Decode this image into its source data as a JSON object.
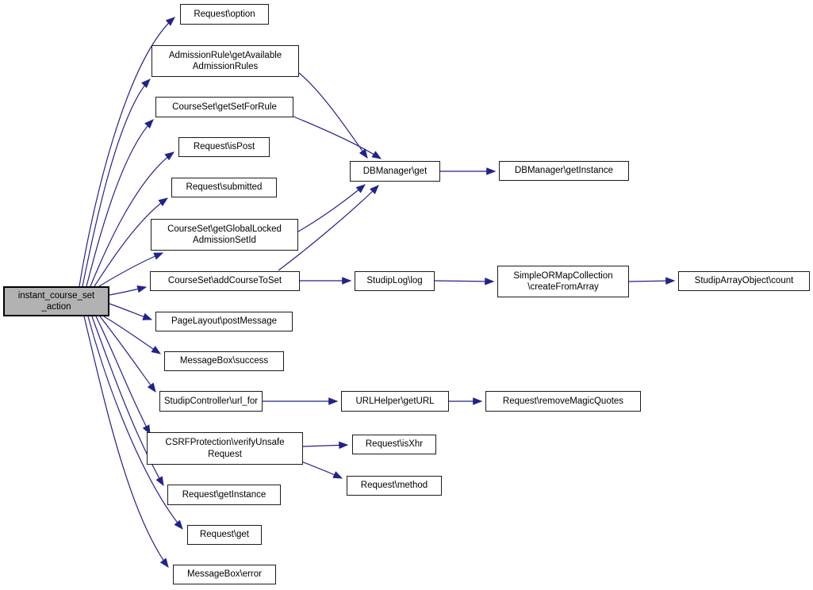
{
  "colors": {
    "edge": "#22228c",
    "node_border": "#1b1b1b",
    "node_fill": "#ffffff",
    "highlight_fill": "#b2b2b2",
    "text": "#000000",
    "background": "#ffffff"
  },
  "graph": {
    "nodes": [
      {
        "id": "main",
        "label": "instant_course_set\n_action",
        "current": true
      },
      {
        "id": "request_option",
        "label": "Request\\option",
        "current": false
      },
      {
        "id": "admission_rules",
        "label": "AdmissionRule\\getAvailable\nAdmissionRules",
        "current": false
      },
      {
        "id": "get_set_for_rule",
        "label": "CourseSet\\getSetForRule",
        "current": false
      },
      {
        "id": "is_post",
        "label": "Request\\isPost",
        "current": false
      },
      {
        "id": "submitted",
        "label": "Request\\submitted",
        "current": false
      },
      {
        "id": "get_global_locked",
        "label": "CourseSet\\getGlobalLocked\nAdmissionSetId",
        "current": false
      },
      {
        "id": "add_course_to_set",
        "label": "CourseSet\\addCourseToSet",
        "current": false
      },
      {
        "id": "page_layout_post_message",
        "label": "PageLayout\\postMessage",
        "current": false
      },
      {
        "id": "message_box_success",
        "label": "MessageBox\\success",
        "current": false
      },
      {
        "id": "url_for",
        "label": "StudipController\\url_for",
        "current": false
      },
      {
        "id": "csrf_verify",
        "label": "CSRFProtection\\verifyUnsafe\nRequest",
        "current": false
      },
      {
        "id": "request_get_instance",
        "label": "Request\\getInstance",
        "current": false
      },
      {
        "id": "request_get",
        "label": "Request\\get",
        "current": false
      },
      {
        "id": "message_box_error",
        "label": "MessageBox\\error",
        "current": false
      },
      {
        "id": "dbmanager_get",
        "label": "DBManager\\get",
        "current": false
      },
      {
        "id": "studip_log",
        "label": "StudipLog\\log",
        "current": false
      },
      {
        "id": "url_helper_get_url",
        "label": "URLHelper\\getURL",
        "current": false
      },
      {
        "id": "request_is_xhr",
        "label": "Request\\isXhr",
        "current": false
      },
      {
        "id": "request_method",
        "label": "Request\\method",
        "current": false
      },
      {
        "id": "dbmanager_get_instance",
        "label": "DBManager\\getInstance",
        "current": false
      },
      {
        "id": "simple_ormap_create",
        "label": "SimpleORMapCollection\n\\createFromArray",
        "current": false
      },
      {
        "id": "studip_array_count",
        "label": "StudipArrayObject\\count",
        "current": false
      },
      {
        "id": "remove_magic_quotes",
        "label": "Request\\removeMagicQuotes",
        "current": false
      }
    ],
    "edges": [
      {
        "from": "main",
        "to": "request_option"
      },
      {
        "from": "main",
        "to": "admission_rules"
      },
      {
        "from": "main",
        "to": "get_set_for_rule"
      },
      {
        "from": "main",
        "to": "is_post"
      },
      {
        "from": "main",
        "to": "submitted"
      },
      {
        "from": "main",
        "to": "get_global_locked"
      },
      {
        "from": "main",
        "to": "add_course_to_set"
      },
      {
        "from": "main",
        "to": "page_layout_post_message"
      },
      {
        "from": "main",
        "to": "message_box_success"
      },
      {
        "from": "main",
        "to": "url_for"
      },
      {
        "from": "main",
        "to": "csrf_verify"
      },
      {
        "from": "main",
        "to": "request_get_instance"
      },
      {
        "from": "main",
        "to": "request_get"
      },
      {
        "from": "main",
        "to": "message_box_error"
      },
      {
        "from": "admission_rules",
        "to": "dbmanager_get"
      },
      {
        "from": "get_set_for_rule",
        "to": "dbmanager_get"
      },
      {
        "from": "get_global_locked",
        "to": "dbmanager_get"
      },
      {
        "from": "add_course_to_set",
        "to": "dbmanager_get"
      },
      {
        "from": "add_course_to_set",
        "to": "studip_log"
      },
      {
        "from": "dbmanager_get",
        "to": "dbmanager_get_instance"
      },
      {
        "from": "studip_log",
        "to": "simple_ormap_create"
      },
      {
        "from": "simple_ormap_create",
        "to": "studip_array_count"
      },
      {
        "from": "url_for",
        "to": "url_helper_get_url"
      },
      {
        "from": "url_helper_get_url",
        "to": "remove_magic_quotes"
      },
      {
        "from": "csrf_verify",
        "to": "request_is_xhr"
      },
      {
        "from": "csrf_verify",
        "to": "request_method"
      }
    ]
  }
}
